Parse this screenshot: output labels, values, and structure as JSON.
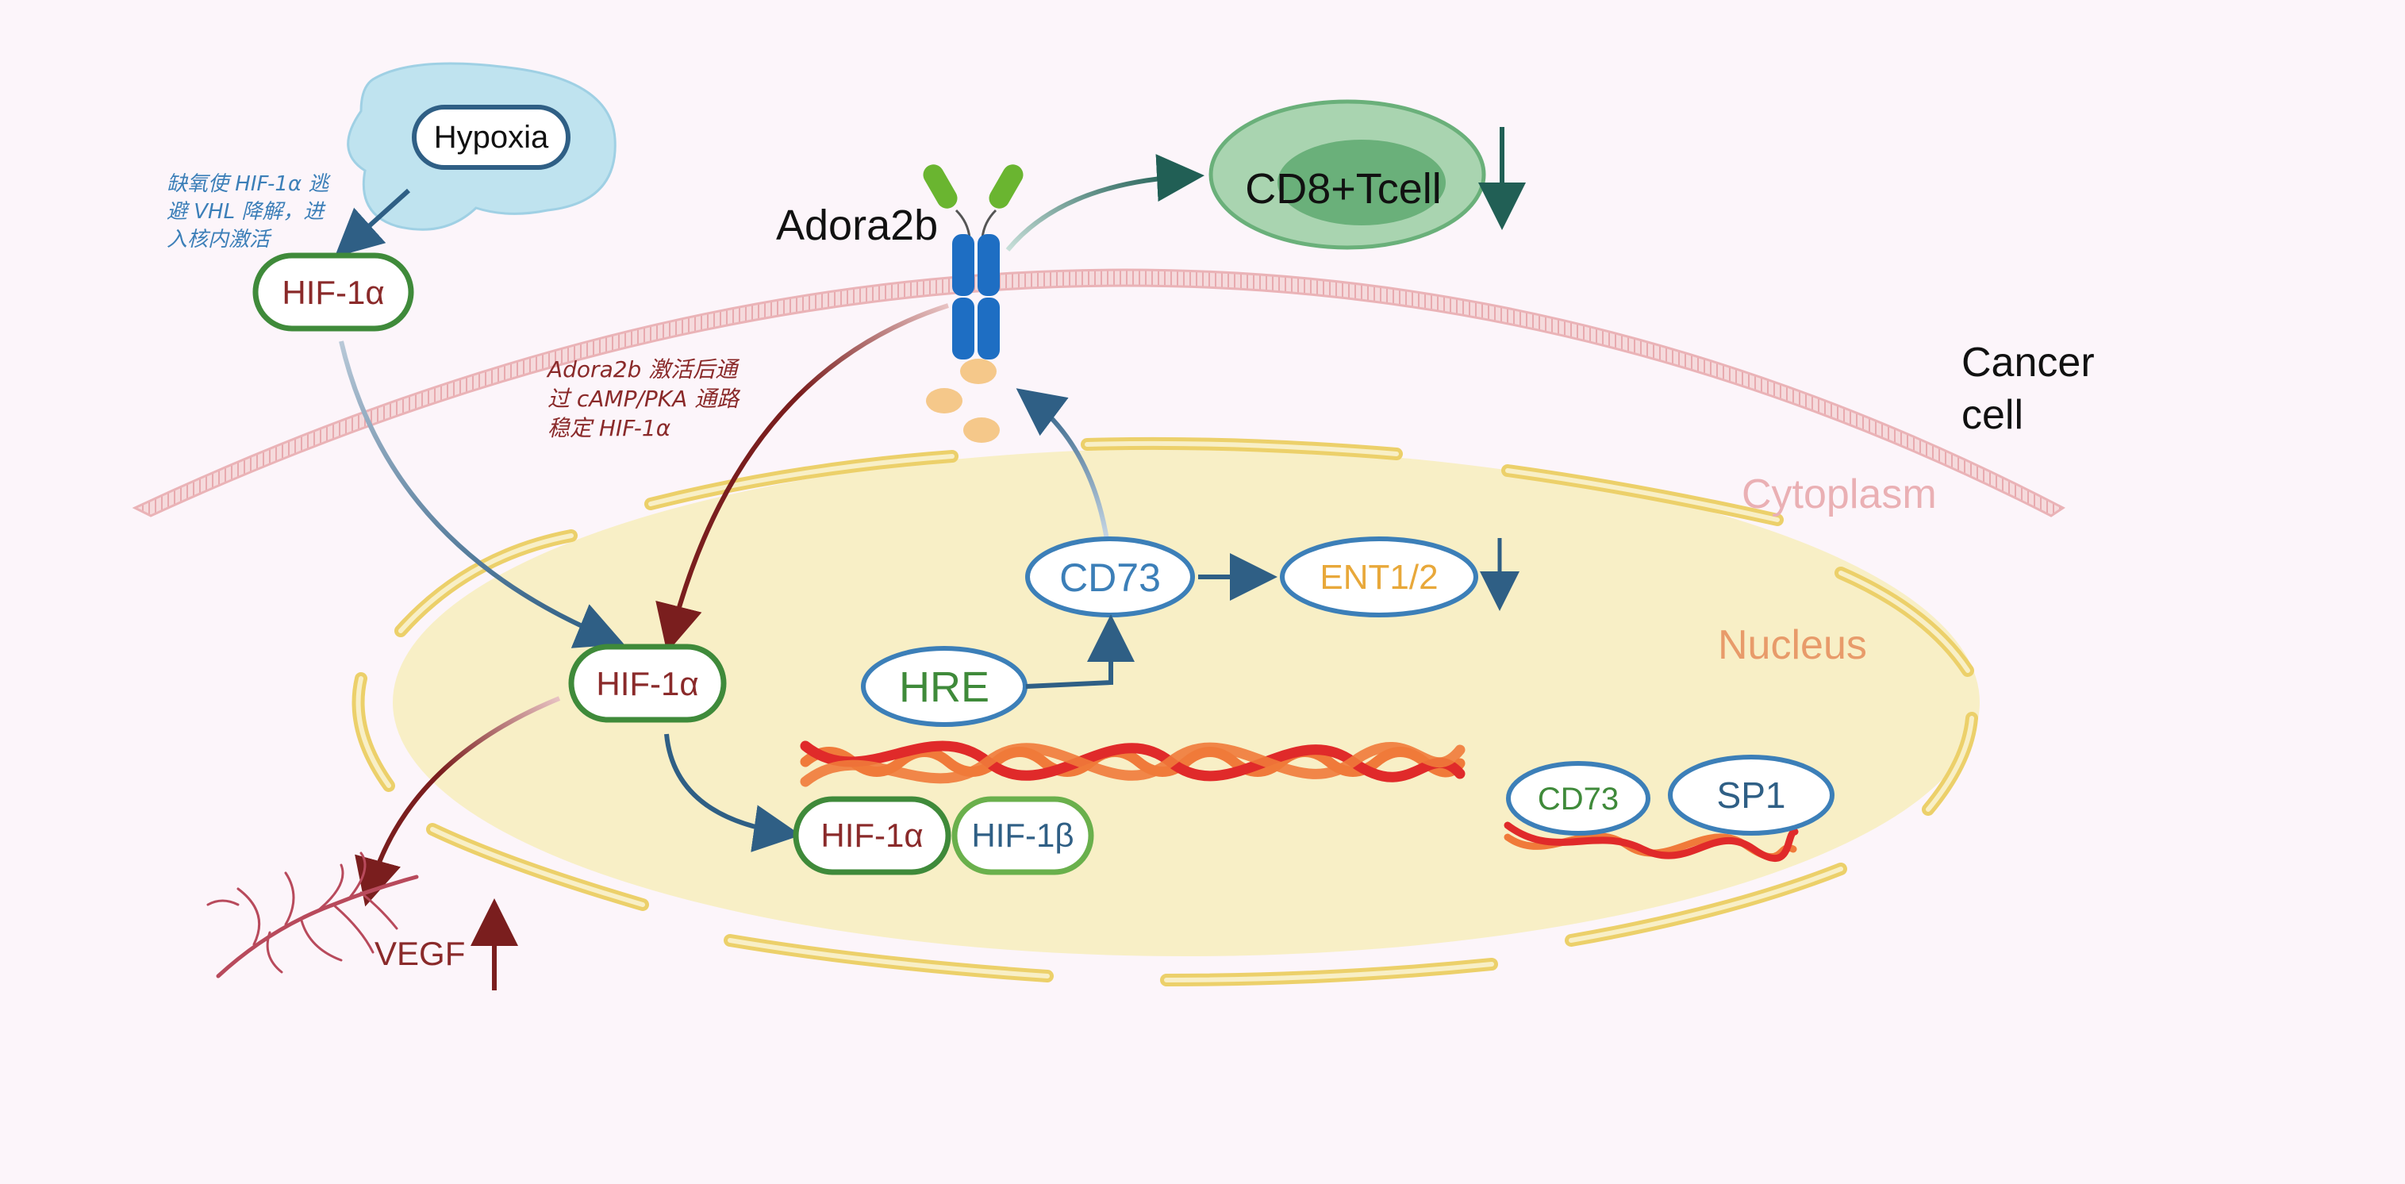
{
  "labels": {
    "hypoxia": "Hypoxia",
    "hif1a_top": "HIF-1α",
    "hif1a_mid": "HIF-1α",
    "hif1a_complex": "HIF-1α",
    "hif1b": "HIF-1β",
    "adora2b": "Adora2b",
    "cd8_tcell": "CD8+Tcell",
    "cancer_cell_line1": "Cancer",
    "cancer_cell_line2": "cell",
    "cytoplasm": "Cytoplasm",
    "nucleus": "Nucleus",
    "cd73_top": "CD73",
    "ent": "ENT1/2",
    "hre": "HRE",
    "cd73_bottom": "CD73",
    "sp1": "SP1",
    "vegf": "VEGF"
  },
  "notes": {
    "hypoxia_note_1": "缺氧使 HIF-1α 逃",
    "hypoxia_note_2": "避 VHL 降解，进",
    "hypoxia_note_3": "入核内激活",
    "adora_note_1": "Adora2b 激活后通",
    "adora_note_2": "过 cAMP/PKA 通路",
    "adora_note_3": "稳定 HIF-1α"
  },
  "colors": {
    "background": "#fcf5fa",
    "cytoplasm": "#f8efc6",
    "nucleus_envelope": "#ecd06a",
    "membrane": "#eab0b4",
    "hif_outline": "#3f8a3a",
    "hif_text": "#8a2a2a",
    "blue_outline": "#3c7fb8",
    "blue_arrow": "#2f5f85",
    "red_arrow": "#7a1e1e",
    "teal_arrow": "#215f55",
    "nucleus_label": "#e89b6a",
    "cytoplasm_label": "#eab0b4",
    "ent_text": "#e8a83a",
    "hre_text": "#3f8a3a",
    "dna_red": "#e02a2a",
    "dna_orange": "#f07a3a"
  },
  "indicators": {
    "cd8_tcell": "down",
    "ent": "down",
    "vegf": "up"
  }
}
